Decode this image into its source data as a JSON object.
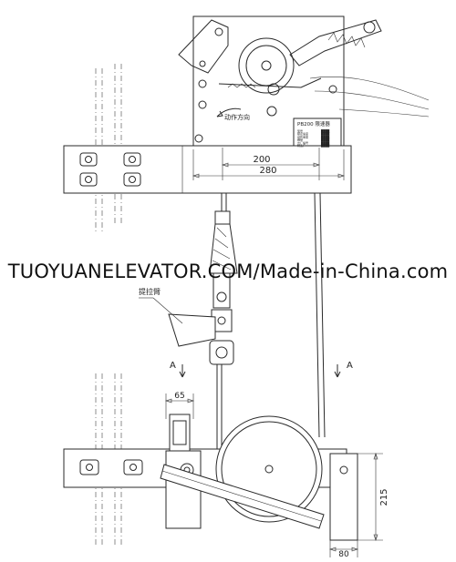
{
  "watermark": "TUOYUANELEVATOR.COM/Made-in-China.com",
  "dimensions": {
    "top_inner": "200",
    "top_outer": "280",
    "left_offset": "65",
    "height": "215",
    "width_bottom": "80"
  },
  "section_marks": {
    "left": "A",
    "right": "A"
  },
  "labels": {
    "lift_arm": "提拉臂",
    "rotation_direction": "动作方向"
  },
  "nameplate": {
    "title": "PB200 限速器",
    "rows": [
      {
        "key": "型号",
        "val": "████"
      },
      {
        "key": "额定速度",
        "val": "████"
      },
      {
        "key": "动作速度",
        "val": "████"
      },
      {
        "key": "绳径",
        "val": "████"
      },
      {
        "key": "出厂编号",
        "val": "████"
      },
      {
        "key": "制造厂",
        "val": "████"
      }
    ]
  }
}
